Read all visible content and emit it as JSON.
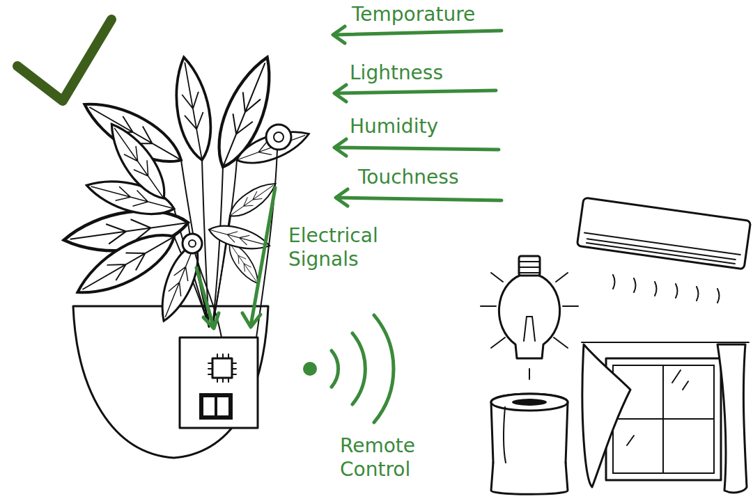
{
  "diagram": {
    "labels": [
      "Temporature",
      "Lightness",
      "Humidity",
      "Touchness",
      "Electrical Signals",
      "Remote Control"
    ]
  }
}
